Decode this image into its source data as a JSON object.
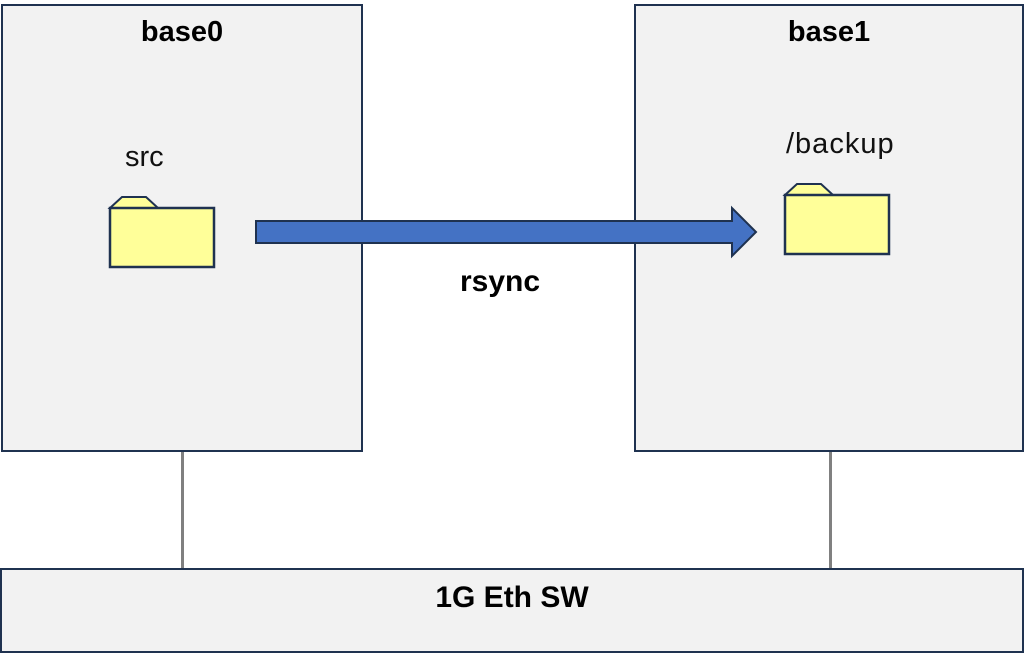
{
  "nodes": {
    "base0": {
      "title": "base0",
      "folder_label": "src"
    },
    "base1": {
      "title": "base1",
      "folder_label": "/backup"
    },
    "switch": {
      "title": "1G Eth SW"
    }
  },
  "transfer": {
    "label": "rsync",
    "from": "base0",
    "to": "base1"
  },
  "colors": {
    "box_fill": "#f2f2f2",
    "box_border": "#1f3250",
    "arrow_fill": "#4472c4",
    "folder_fill": "#ffff99",
    "link_line": "#808080"
  }
}
